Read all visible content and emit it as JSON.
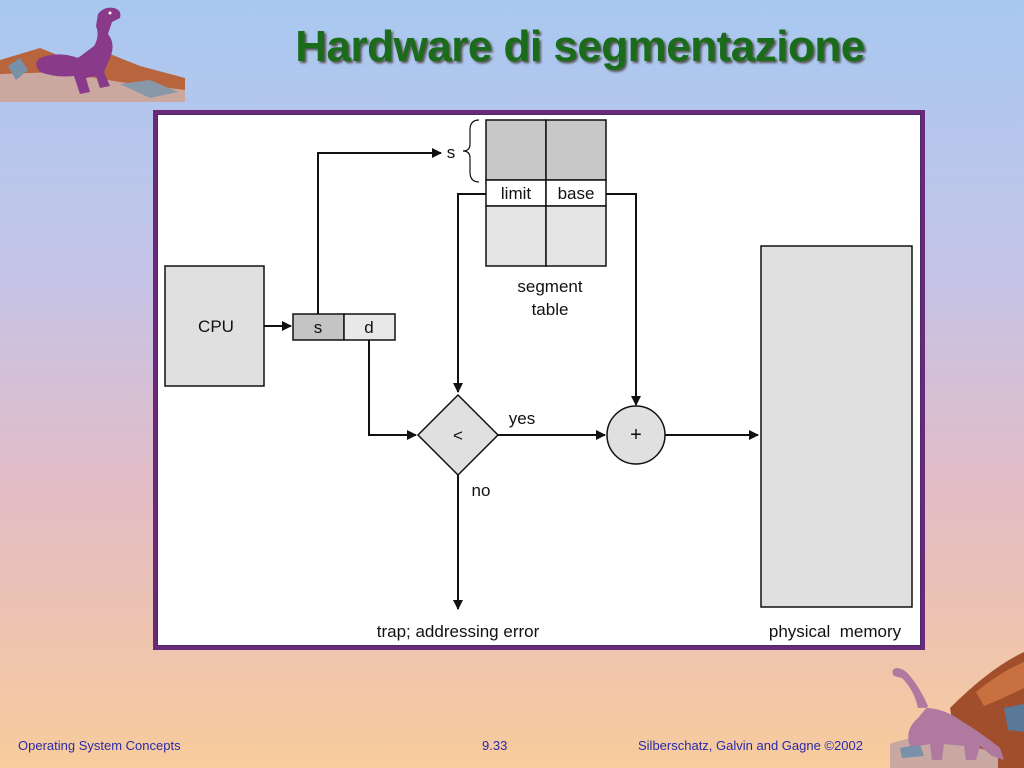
{
  "title": "Hardware di segmentazione",
  "diagram": {
    "cpu": "CPU",
    "addr_s": "s",
    "addr_d": "d",
    "table_index": "s",
    "limit": "limit",
    "base": "base",
    "segment_table_line1": "segment",
    "segment_table_line2": "table",
    "compare": "<",
    "yes": "yes",
    "no": "no",
    "adder": "+",
    "trap": "trap; addressing error",
    "physical_memory": "physical  memory"
  },
  "footer": {
    "left": "Operating System Concepts",
    "center": "9.33",
    "right": "Silberschatz, Galvin and  Gagne ©2002"
  },
  "colors": {
    "title": "#1a6b1a",
    "frame": "#6a2a7a",
    "box_fill": "#e0e0e0",
    "footer_text": "#2a2aa8"
  }
}
